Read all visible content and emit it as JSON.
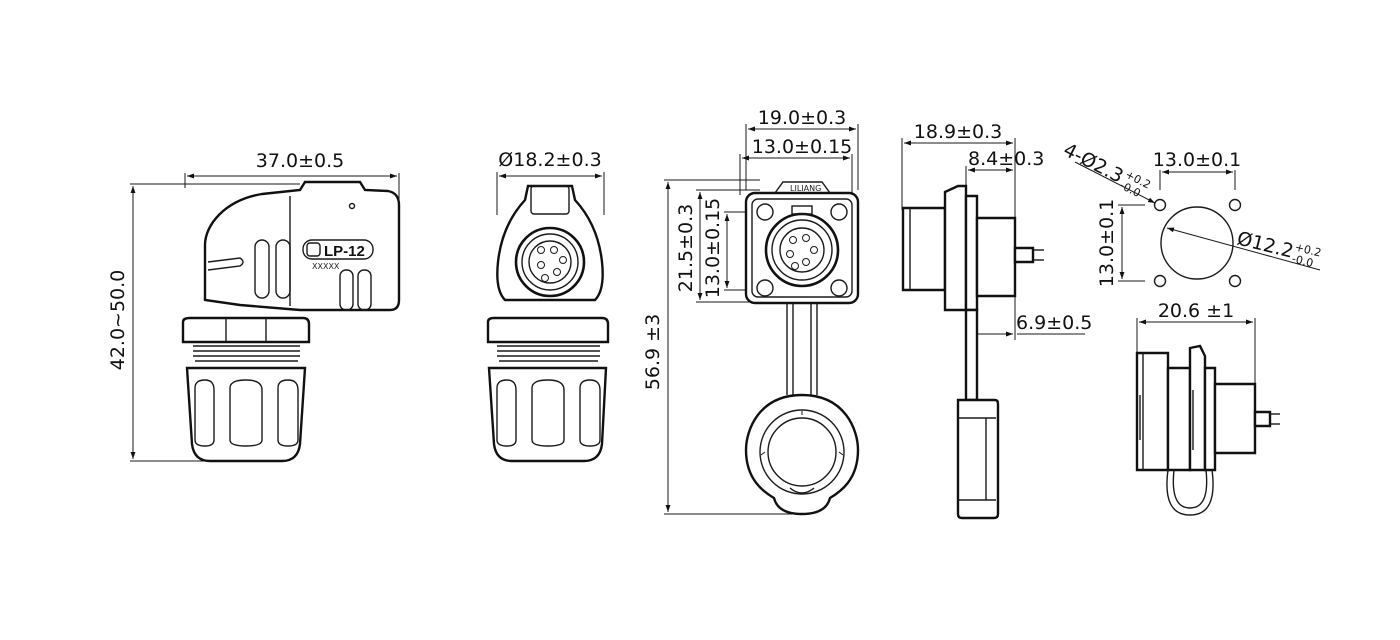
{
  "view1": {
    "width_dim": "37.0±0.5",
    "height_dim": "42.0~50.0",
    "model_label": "LP-12",
    "serial_label": "XXXXX"
  },
  "view2": {
    "diameter_dim": "Ø18.2±0.3"
  },
  "view3": {
    "outer_width_dim": "19.0±0.3",
    "inner_width_dim": "13.0±0.15",
    "outer_height_dim": "21.5±0.3",
    "inner_height_dim": "13.0±0.15",
    "total_height_dim": "56.9 ±3"
  },
  "view4": {
    "depth_dim": "18.9±0.3",
    "front_depth_dim": "8.4±0.3",
    "pin_dim": "6.9±0.5"
  },
  "view5": {
    "holes_dim": "4-Ø2.3",
    "holes_tol_upper": "+0.2",
    "holes_tol_lower": "-0.0",
    "hole_spacing_x_dim": "13.0±0.1",
    "hole_spacing_y_dim": "13.0±0.1",
    "cutout_dim": "Ø12.2",
    "cutout_tol_upper": "+0.2",
    "cutout_tol_lower": "-0.0"
  },
  "view6": {
    "width_dim": "20.6 ±1"
  }
}
